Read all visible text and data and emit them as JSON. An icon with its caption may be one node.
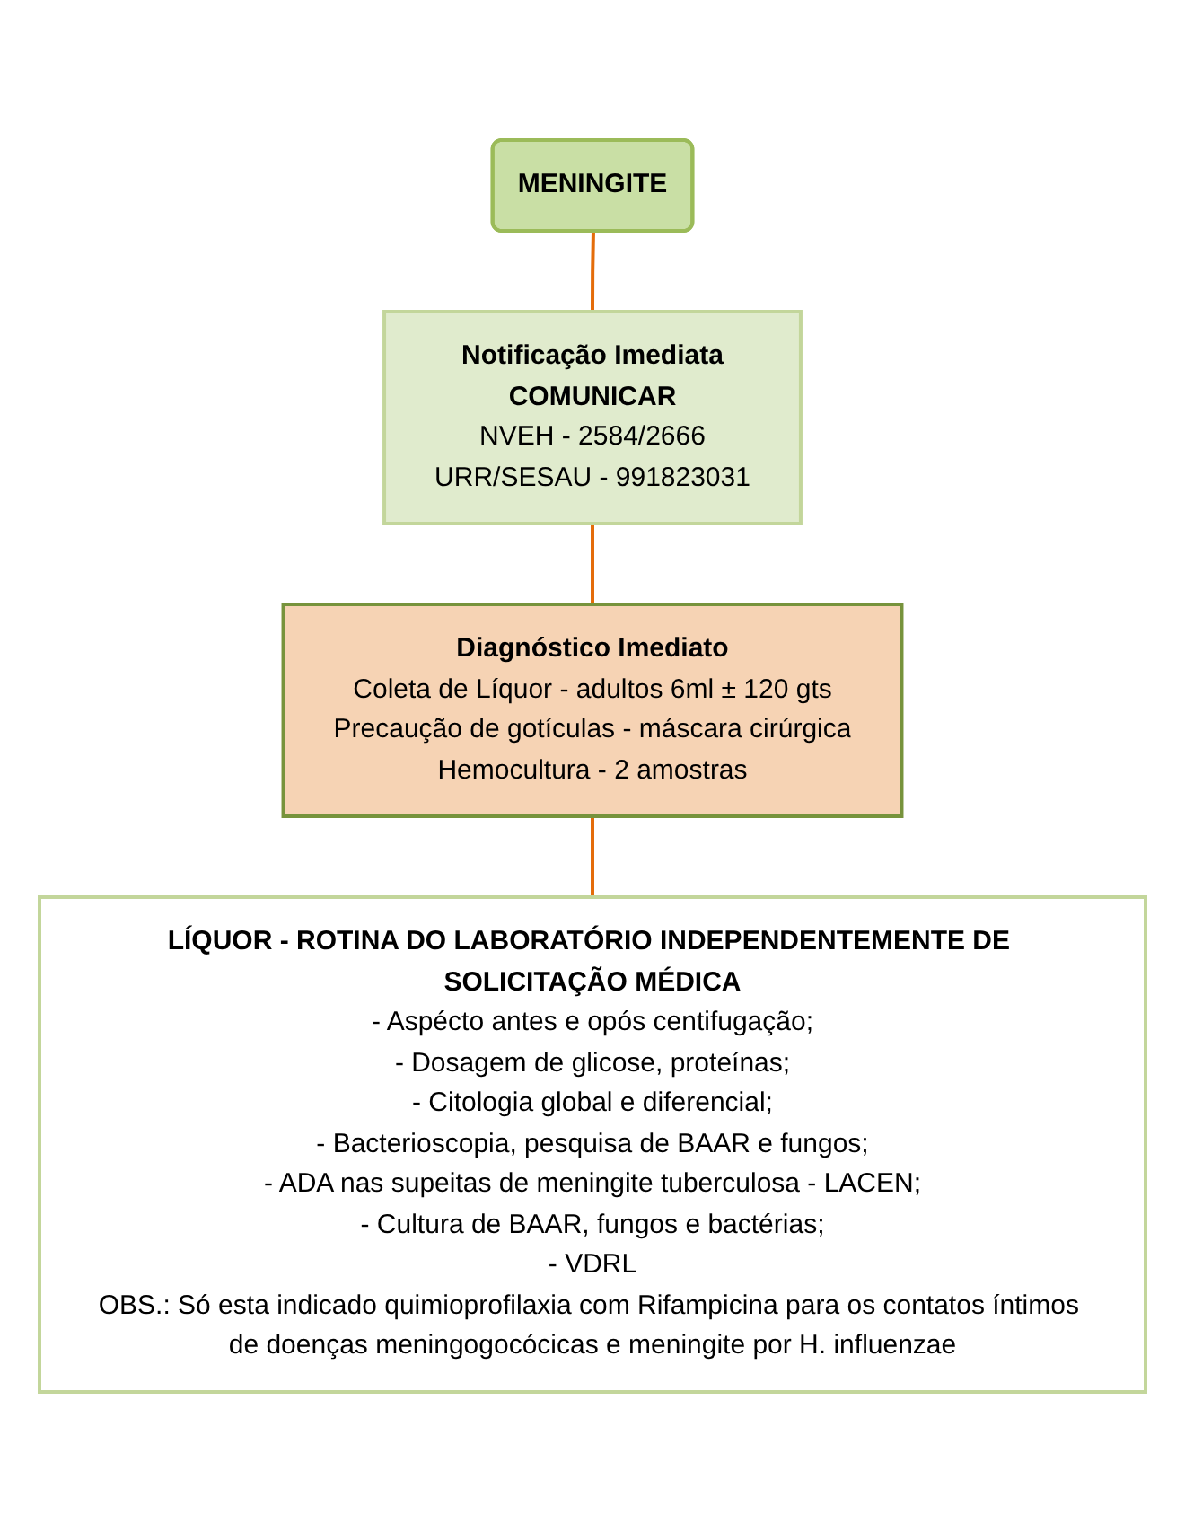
{
  "diagram": {
    "nodes": [
      {
        "text": [
          "MENINGITE"
        ]
      },
      {
        "text": [
          "Notificação Imediata",
          "COMUNICAR",
          "NVEH - 2584/2666",
          "URR/SESAU - 991823031"
        ]
      },
      {
        "text": [
          "Diagnóstico Imediato",
          "Coleta de Líquor - adultos 6ml ± 120 gts",
          "Precaução de gotículas - máscara cirúrgica",
          "Hemocultura - 2 amostras"
        ]
      },
      {
        "text": [
          "LÍQUOR - ROTINA DO LABORATÓRIO INDEPENDENTEMENTE DE SOLICITAÇÃO MÉDICA",
          "- Aspécto antes e opós centifugação;",
          "- Dosagem de glicose, proteínas;",
          "- Citologia global e diferencial;",
          "- Bacterioscopia, pesquisa de BAAR e fungos;",
          "- ADA nas supeitas de meningite tuberculosa - LACEN;",
          "- Cultura de BAAR, fungos e bactérias;",
          "- VDRL",
          "OBS.: Só esta indicado quimioprofilaxia com Rifampicina para os contatos íntimos de doenças meningogocócicas e meningite por H. influenzae"
        ]
      }
    ],
    "edges": [
      {
        "from": 0,
        "to": 1,
        "arrow": "none"
      },
      {
        "from": 1,
        "to": 2,
        "arrow": "none"
      },
      {
        "from": 2,
        "to": 3,
        "arrow": "none"
      }
    ]
  }
}
